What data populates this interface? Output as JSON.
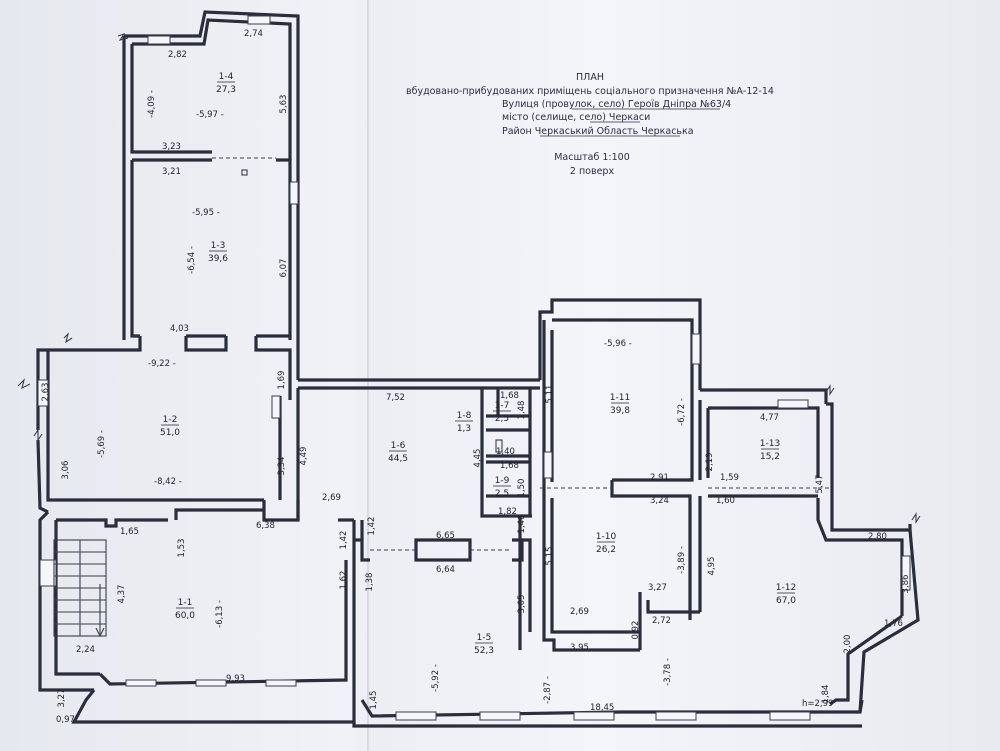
{
  "title_block": {
    "heading": "ПЛАН",
    "line1": "вбудовано-прибудованих приміщень соціального призначення №А-12-14",
    "line2": "Вулиця (провулок, село) Героїв Дніпра №63/4",
    "line3": "місто (селище, село) Черкаси",
    "line4": "Район Черкаський Область Черкаська",
    "scale": "Масштаб 1:100",
    "floor": "2 поверх"
  },
  "rooms": [
    {
      "id": "1-1",
      "area": "60,0"
    },
    {
      "id": "1-2",
      "area": "51,0"
    },
    {
      "id": "1-3",
      "area": "39,6"
    },
    {
      "id": "1-4",
      "area": "27,3"
    },
    {
      "id": "1-5",
      "area": "52,3"
    },
    {
      "id": "1-6",
      "area": "44,5"
    },
    {
      "id": "1-7",
      "area": "2,5"
    },
    {
      "id": "1-8",
      "area": "1,3"
    },
    {
      "id": "1-9",
      "area": "2,5"
    },
    {
      "id": "1-10",
      "area": "26,2"
    },
    {
      "id": "1-11",
      "area": "39,8"
    },
    {
      "id": "1-12",
      "area": "67,0"
    },
    {
      "id": "1-13",
      "area": "15,2"
    }
  ],
  "dimensions": [
    "2,82",
    "2,74",
    "-4,09 -",
    "-5,97 -",
    "5,63",
    "3,23",
    "3,21",
    "-5,95 -",
    "-6,54 -",
    "6,07",
    "4,03",
    "-9,22 -",
    "2,63",
    "1,69",
    "-5,69 -",
    "3,06",
    "-8,42 -",
    "3,34",
    "1,65",
    "1,53",
    "6,38",
    "4,37",
    "-6,13 -",
    "2,24",
    "3,27",
    "9,93",
    "0,97",
    "7,52",
    "4,49",
    "2,69",
    "1,68",
    "1,48",
    "4,45",
    "1,40",
    "1,68",
    "1,50",
    "1,82",
    "1,42",
    "1,42",
    "1,62",
    "1,38",
    "6,65",
    "6,64",
    "1,46",
    "-5,92 -",
    "3,05",
    "1,45",
    "-2,87 -",
    "18,45",
    "-5,96 -",
    "5,11",
    "-6,72 -",
    "2,91",
    "3,24",
    "5,15",
    "-3,89 -",
    "3,27",
    "2,69",
    "0,92",
    "2,72",
    "3,95",
    "4,77",
    "2,19",
    "1,59",
    "1,60",
    "5,47",
    "4,95",
    "2,80",
    "3,86",
    "1,76",
    "2,00",
    "-3,78 -",
    "1,84",
    "h=2,99"
  ]
}
